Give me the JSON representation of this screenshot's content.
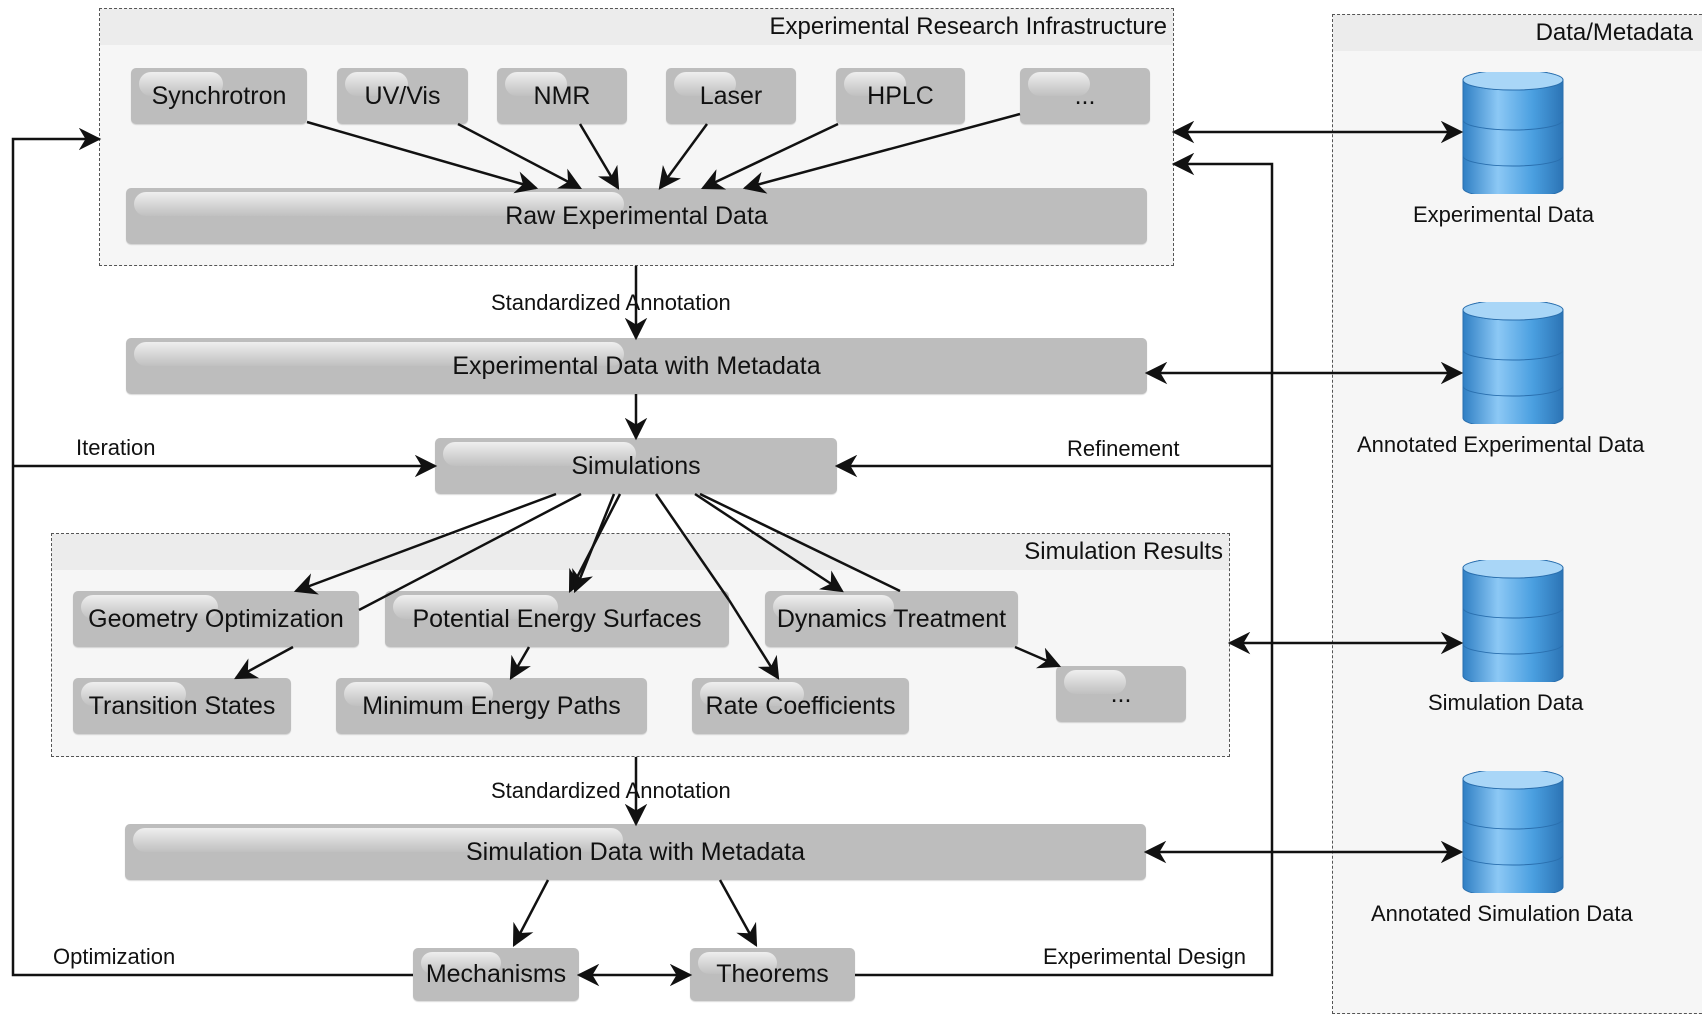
{
  "groups": {
    "infrastructure": "Experimental Research Infrastructure",
    "datastore": "Data/Metadata",
    "simresults": "Simulation Results"
  },
  "instruments": [
    "Synchrotron",
    "UV/Vis",
    "NMR",
    "Laser",
    "HPLC",
    "..."
  ],
  "nodes": {
    "raw": "Raw Experimental Data",
    "expmeta": "Experimental Data with Metadata",
    "sims": "Simulations",
    "geom": "Geometry Optimization",
    "pes": "Potential Energy Surfaces",
    "dyn": "Dynamics Treatment",
    "ts": "Transition States",
    "mep": "Minimum Energy Paths",
    "rate": "Rate Coefficients",
    "more": "...",
    "simmeta": "Simulation Data with Metadata",
    "mech": "Mechanisms",
    "theo": "Theorems"
  },
  "edge_labels": {
    "annot1": "Standardized Annotation",
    "annot2": "Standardized Annotation",
    "iteration": "Iteration",
    "refinement": "Refinement",
    "optimization": "Optimization",
    "design": "Experimental Design"
  },
  "databases": {
    "exp": "Experimental Data",
    "annexp": "Annotated Experimental Data",
    "sim": "Simulation Data",
    "annsim": "Annotated Simulation Data"
  },
  "colors": {
    "node": "#bdbdbd",
    "group": "#f6f6f6",
    "db_blue": "#4a9fe0",
    "arrow": "#111111"
  }
}
